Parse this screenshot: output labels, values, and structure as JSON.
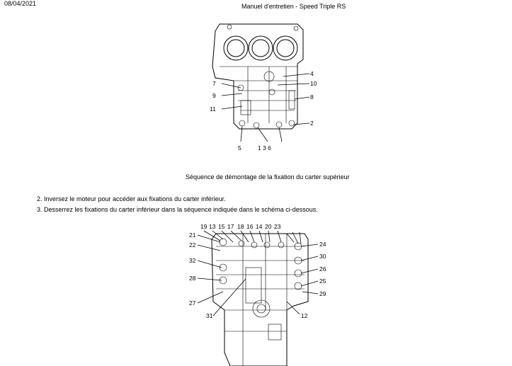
{
  "header": {
    "date": "08/04/2021",
    "title": "Manuel d'entretien - Speed Triple RS"
  },
  "figure1": {
    "labels": [
      "4",
      "10",
      "8",
      "7",
      "9",
      "11",
      "2",
      "5",
      "1 3 6"
    ],
    "caption": "Séquence de démontage de la fixation du carter supérieur"
  },
  "steps": [
    "2. Inversez le moteur pour accéder aux fixations du carter inférieur.",
    "3. Desserrez les fixations du carter inférieur dans la séquence indiquée dans le schéma ci-dessous."
  ],
  "figure2": {
    "top_labels": [
      "19",
      "13",
      "15",
      "17",
      "18",
      "16",
      "14",
      "20",
      "23"
    ],
    "left_labels": [
      "21",
      "22",
      "32",
      "28",
      "27",
      "31"
    ],
    "right_labels": [
      "24",
      "30",
      "26",
      "25",
      "29",
      "12"
    ]
  }
}
